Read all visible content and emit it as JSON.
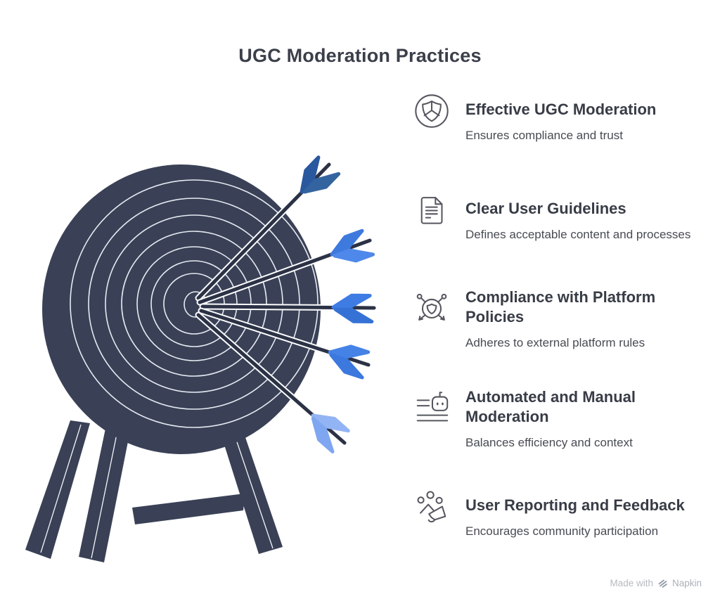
{
  "title": "UGC Moderation Practices",
  "items": [
    {
      "icon": "shield-badge-icon",
      "title": "Effective UGC Moderation",
      "description": "Ensures compliance and trust"
    },
    {
      "icon": "document-guidelines-icon",
      "title": "Clear User Guidelines",
      "description": "Defines acceptable content and processes"
    },
    {
      "icon": "network-shield-icon",
      "title": "Compliance with Platform\nPolicies",
      "description": "Adheres to external platform rules"
    },
    {
      "icon": "robot-checklist-icon",
      "title": "Automated and Manual\nModeration",
      "description": "Balances efficiency and context"
    },
    {
      "icon": "community-megaphone-icon",
      "title": "User Reporting and Feedback",
      "description": "Encourages community participation"
    }
  ],
  "illustration": {
    "name": "dartboard-target-with-five-arrows",
    "colors": {
      "board_navy": "#3a4156",
      "ring_line": "#e6eaf2",
      "arrow_shaft": "#2c3245",
      "fletching_dark_blue": "#2f5fa8",
      "fletching_blue": "#3e7ce4",
      "fletching_light_blue": "#8fb3f4"
    }
  },
  "watermark": {
    "prefix": "Made with",
    "brand": "Napkin"
  },
  "colors": {
    "title_text": "#3b3f4a",
    "item_title_text": "#383c46",
    "item_desc_text": "#474b53",
    "icon_stroke": "#54575f",
    "watermark_text": "#b6bac1"
  }
}
